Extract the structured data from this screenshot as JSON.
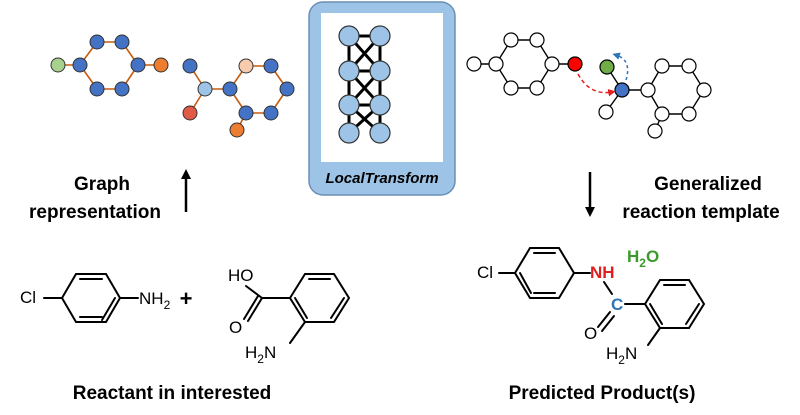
{
  "labels": {
    "graph_line1": "Graph",
    "graph_line2": "representation",
    "model_name": "LocalTransform",
    "template_line1": "Generalized",
    "template_line2": "reaction template",
    "reactant_caption": "Reactant in interested",
    "product_caption": "Predicted Product(s)"
  },
  "chemistry": {
    "reactant1_cl": "Cl",
    "reactant1_nh": "NH",
    "reactant1_sub": "2",
    "plus": "+",
    "reactant2_ho": "HO",
    "reactant2_o": "O",
    "reactant2_h2n_h": "H",
    "reactant2_h2n_sub": "2",
    "reactant2_h2n_n": "N",
    "product_cl": "Cl",
    "product_nh": "NH",
    "product_c": "C",
    "product_o": "O",
    "product_h2n_h": "H",
    "product_h2n_sub": "2",
    "product_h2n_n": "N",
    "water_h": "H",
    "water_sub": "2",
    "water_o": "O"
  },
  "colors": {
    "node_blue": "#4472C4",
    "node_light_blue": "#9DC3E6",
    "node_green": "#A9D18E",
    "node_orange": "#ED7D31",
    "node_red": "#E05A47",
    "node_peach": "#F8CBAD",
    "bond_brown": "#C55A11",
    "panel_fill": "#9DC3E6",
    "highlight_red": "#E02020",
    "highlight_blue": "#2E75B6",
    "water_green": "#3A9A2A",
    "arrow_red": "#E02020",
    "arrow_blue": "#2E75B6",
    "template_green": "#70AD47",
    "template_red": "#FF0000"
  },
  "icons": {
    "up_arrow": "up-arrow-icon",
    "down_arrow": "down-arrow-icon"
  }
}
